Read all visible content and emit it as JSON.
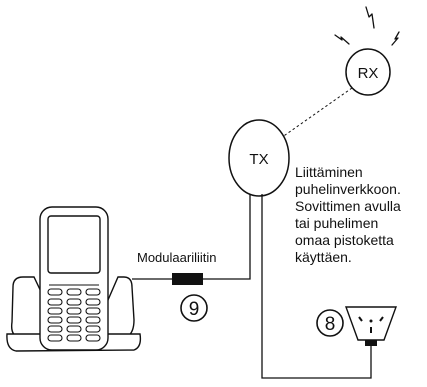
{
  "labels": {
    "rx": "RX",
    "tx": "TX",
    "connector": "Modulaariliitin",
    "badge_connector": "9",
    "badge_outlet": "8"
  },
  "note": {
    "lines": [
      "Liittäminen",
      "puhelinverkkoon.",
      "Sovittimen avulla",
      "tai puhelimen",
      "omaa pistoketta",
      "käyttäen."
    ]
  }
}
